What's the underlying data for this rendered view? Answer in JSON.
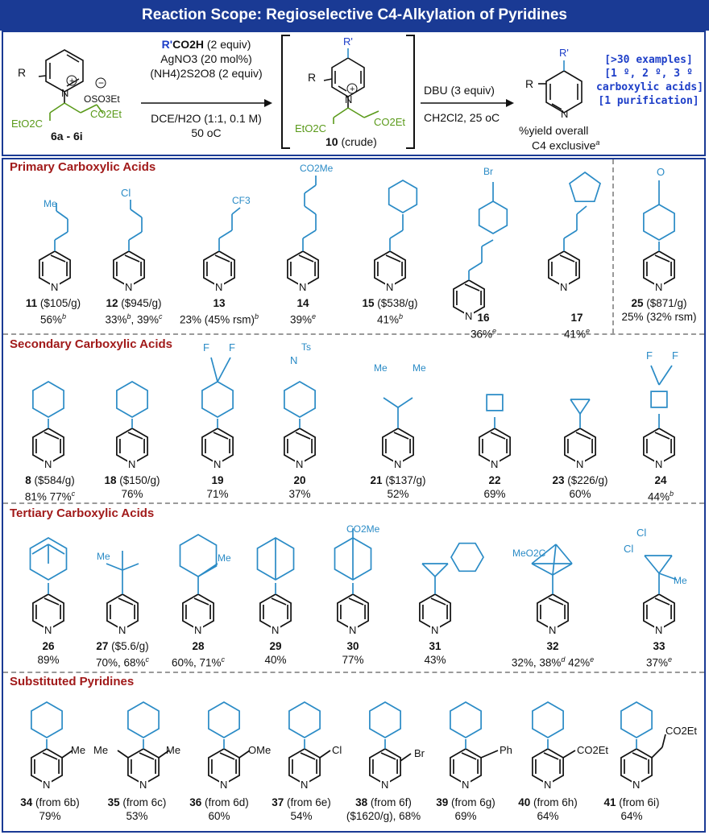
{
  "title": "Reaction Scope: Regioselective C4-Alkylation of Pyridines",
  "scheme": {
    "start_label": "6a - 6i",
    "r_group": "R",
    "counterion": "OSO3Et",
    "ester_left": "EtO2C",
    "ester_right": "CO2Et",
    "reagent_acid_prefix": "R'",
    "reagent_acid_rest": "CO2H",
    "reagent_acid_equiv": "(2 equiv)",
    "reagent_ag": "AgNO3 (20 mol%)",
    "reagent_persulfate": "(NH4)2S2O8 (2 equiv)",
    "solvent_1": "DCE/H2O (1:1, 0.1 M)",
    "temp_1": "50 oC",
    "intermediate_label": "10",
    "intermediate_note": "(crude)",
    "r_prime": "R'",
    "reagent_dbu": "DBU (3 equiv)",
    "solvent_2": "CH2Cl2, 25 oC",
    "yield_note": "%yield overall",
    "c4_note": "C4 exclusive",
    "c4_sup": "a",
    "highlight_1": "[>30 examples]",
    "highlight_2": "[1 º, 2 º, 3 º",
    "highlight_3": "carboxylic acids]",
    "highlight_4": "[1 purification]"
  },
  "sections": {
    "primary": "Primary Carboxylic Acids",
    "secondary": "Secondary Carboxylic Acids",
    "tertiary": "Tertiary Carboxylic Acids",
    "substituted": "Substituted Pyridines"
  },
  "atoms": {
    "N": "N",
    "Me": "Me",
    "Cl": "Cl",
    "CF3": "CF3",
    "CO2Me": "CO2Me",
    "Br": "Br",
    "O": "O",
    "F": "F",
    "Ts": "Ts",
    "MeO2C": "MeO2C",
    "OMe": "OMe",
    "Ph": "Ph",
    "CO2Et": "CO2Et"
  },
  "compounds": {
    "c11": {
      "num": "11",
      "price": "($105/g)",
      "yield": "56%",
      "sup": "b"
    },
    "c12": {
      "num": "12",
      "price": "($945/g)",
      "yield": "33%",
      "sup": "b",
      "yield2": ", 39%",
      "sup2": "c"
    },
    "c13": {
      "num": "13",
      "yield": "23% (45% rsm)",
      "sup": "b"
    },
    "c14": {
      "num": "14",
      "yield": "39%",
      "sup": "e"
    },
    "c15": {
      "num": "15",
      "price": "($538/g)",
      "yield": "41%",
      "sup": "b"
    },
    "c16": {
      "num": "16",
      "yield": "36%",
      "sup": "e"
    },
    "c17": {
      "num": "17",
      "yield": "41%",
      "sup": "e"
    },
    "c25": {
      "num": "25",
      "price": "($871/g)",
      "yield": "25% (32% rsm)"
    },
    "c8": {
      "num": "8",
      "price": "($584/g)",
      "yield": "81% 77%",
      "sup": "c"
    },
    "c18": {
      "num": "18",
      "price": "($150/g)",
      "yield": "76%"
    },
    "c19": {
      "num": "19",
      "yield": "71%"
    },
    "c20": {
      "num": "20",
      "yield": "37%"
    },
    "c21": {
      "num": "21",
      "price": "($137/g)",
      "yield": "52%"
    },
    "c22": {
      "num": "22",
      "yield": "69%"
    },
    "c23": {
      "num": "23",
      "price": "($226/g)",
      "yield": "60%"
    },
    "c24": {
      "num": "24",
      "yield": "44%",
      "sup": "b"
    },
    "c26": {
      "num": "26",
      "yield": "89%"
    },
    "c27": {
      "num": "27",
      "price": "($5.6/g)",
      "yield": "70%, 68%",
      "sup": "c"
    },
    "c28": {
      "num": "28",
      "yield": "60%, 71%",
      "sup": "c"
    },
    "c29": {
      "num": "29",
      "yield": "40%"
    },
    "c30": {
      "num": "30",
      "yield": "77%"
    },
    "c31": {
      "num": "31",
      "yield": "43%"
    },
    "c32": {
      "num": "32",
      "yield": "32%, 38%",
      "sup": "d",
      "yield2": " 42%",
      "sup2": "e"
    },
    "c33": {
      "num": "33",
      "yield": "37%",
      "sup": "e"
    },
    "c34": {
      "num": "34",
      "src": "(from 6b)",
      "yield": "79%"
    },
    "c35": {
      "num": "35",
      "src": "(from 6c)",
      "yield": "53%"
    },
    "c36": {
      "num": "36",
      "src": "(from 6d)",
      "yield": "60%"
    },
    "c37": {
      "num": "37",
      "src": "(from 6e)",
      "yield": "54%"
    },
    "c38": {
      "num": "38",
      "src": "(from 6f)",
      "yield": "($1620/g), 68%"
    },
    "c39": {
      "num": "39",
      "src": "(from 6g)",
      "yield": "69%"
    },
    "c40": {
      "num": "40",
      "src": "(from 6h)",
      "yield": "64%"
    },
    "c41": {
      "num": "41",
      "src": "(from 6i)",
      "yield": "64%"
    }
  },
  "colors": {
    "frame": "#1a3a94",
    "substituent": "#2a8bc6",
    "section_title": "#a11a1a",
    "highlight": "#1d3ec8",
    "ester": "#5a9a1a"
  }
}
